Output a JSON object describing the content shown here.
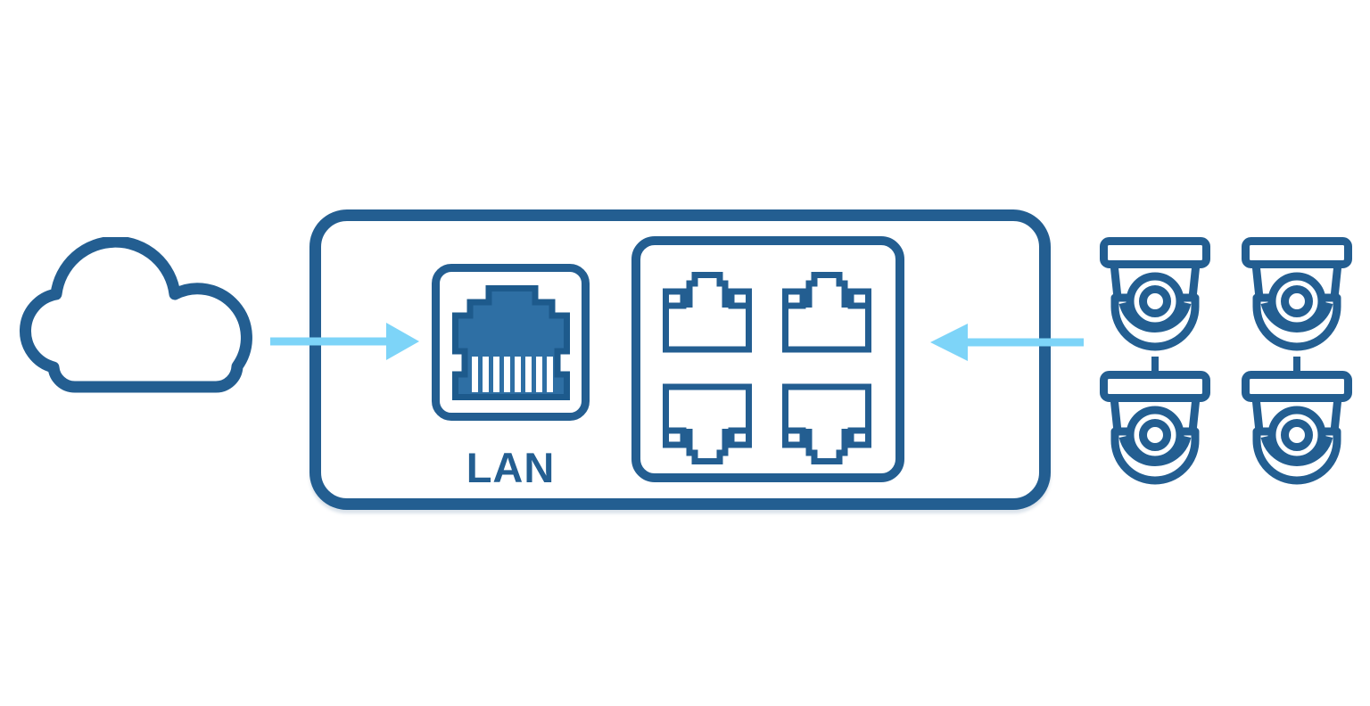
{
  "diagram": {
    "background_color": "#ffffff",
    "stroke_color": "#235e91",
    "arrow_color": "#7dd4f8",
    "cloud": {
      "icon": "cloud-icon"
    },
    "device": {
      "lan_port": {
        "label": "LAN",
        "icon": "rj45-connector-icon",
        "connector_fill_color": "#2e6fa4",
        "connector_border_color": "#1d5a8c",
        "pin_count": 8
      },
      "switch_panel": {
        "icon": "ethernet-jack-icon",
        "port_count": 4,
        "rows": 2,
        "columns": 2
      }
    },
    "arrows": [
      {
        "direction": "right",
        "from": "cloud",
        "to": "lan-port"
      },
      {
        "direction": "left",
        "from": "cameras",
        "to": "switch-panel"
      }
    ],
    "cameras": {
      "icon": "dome-camera-icon",
      "count": 4,
      "rows": 2,
      "columns": 2
    }
  }
}
